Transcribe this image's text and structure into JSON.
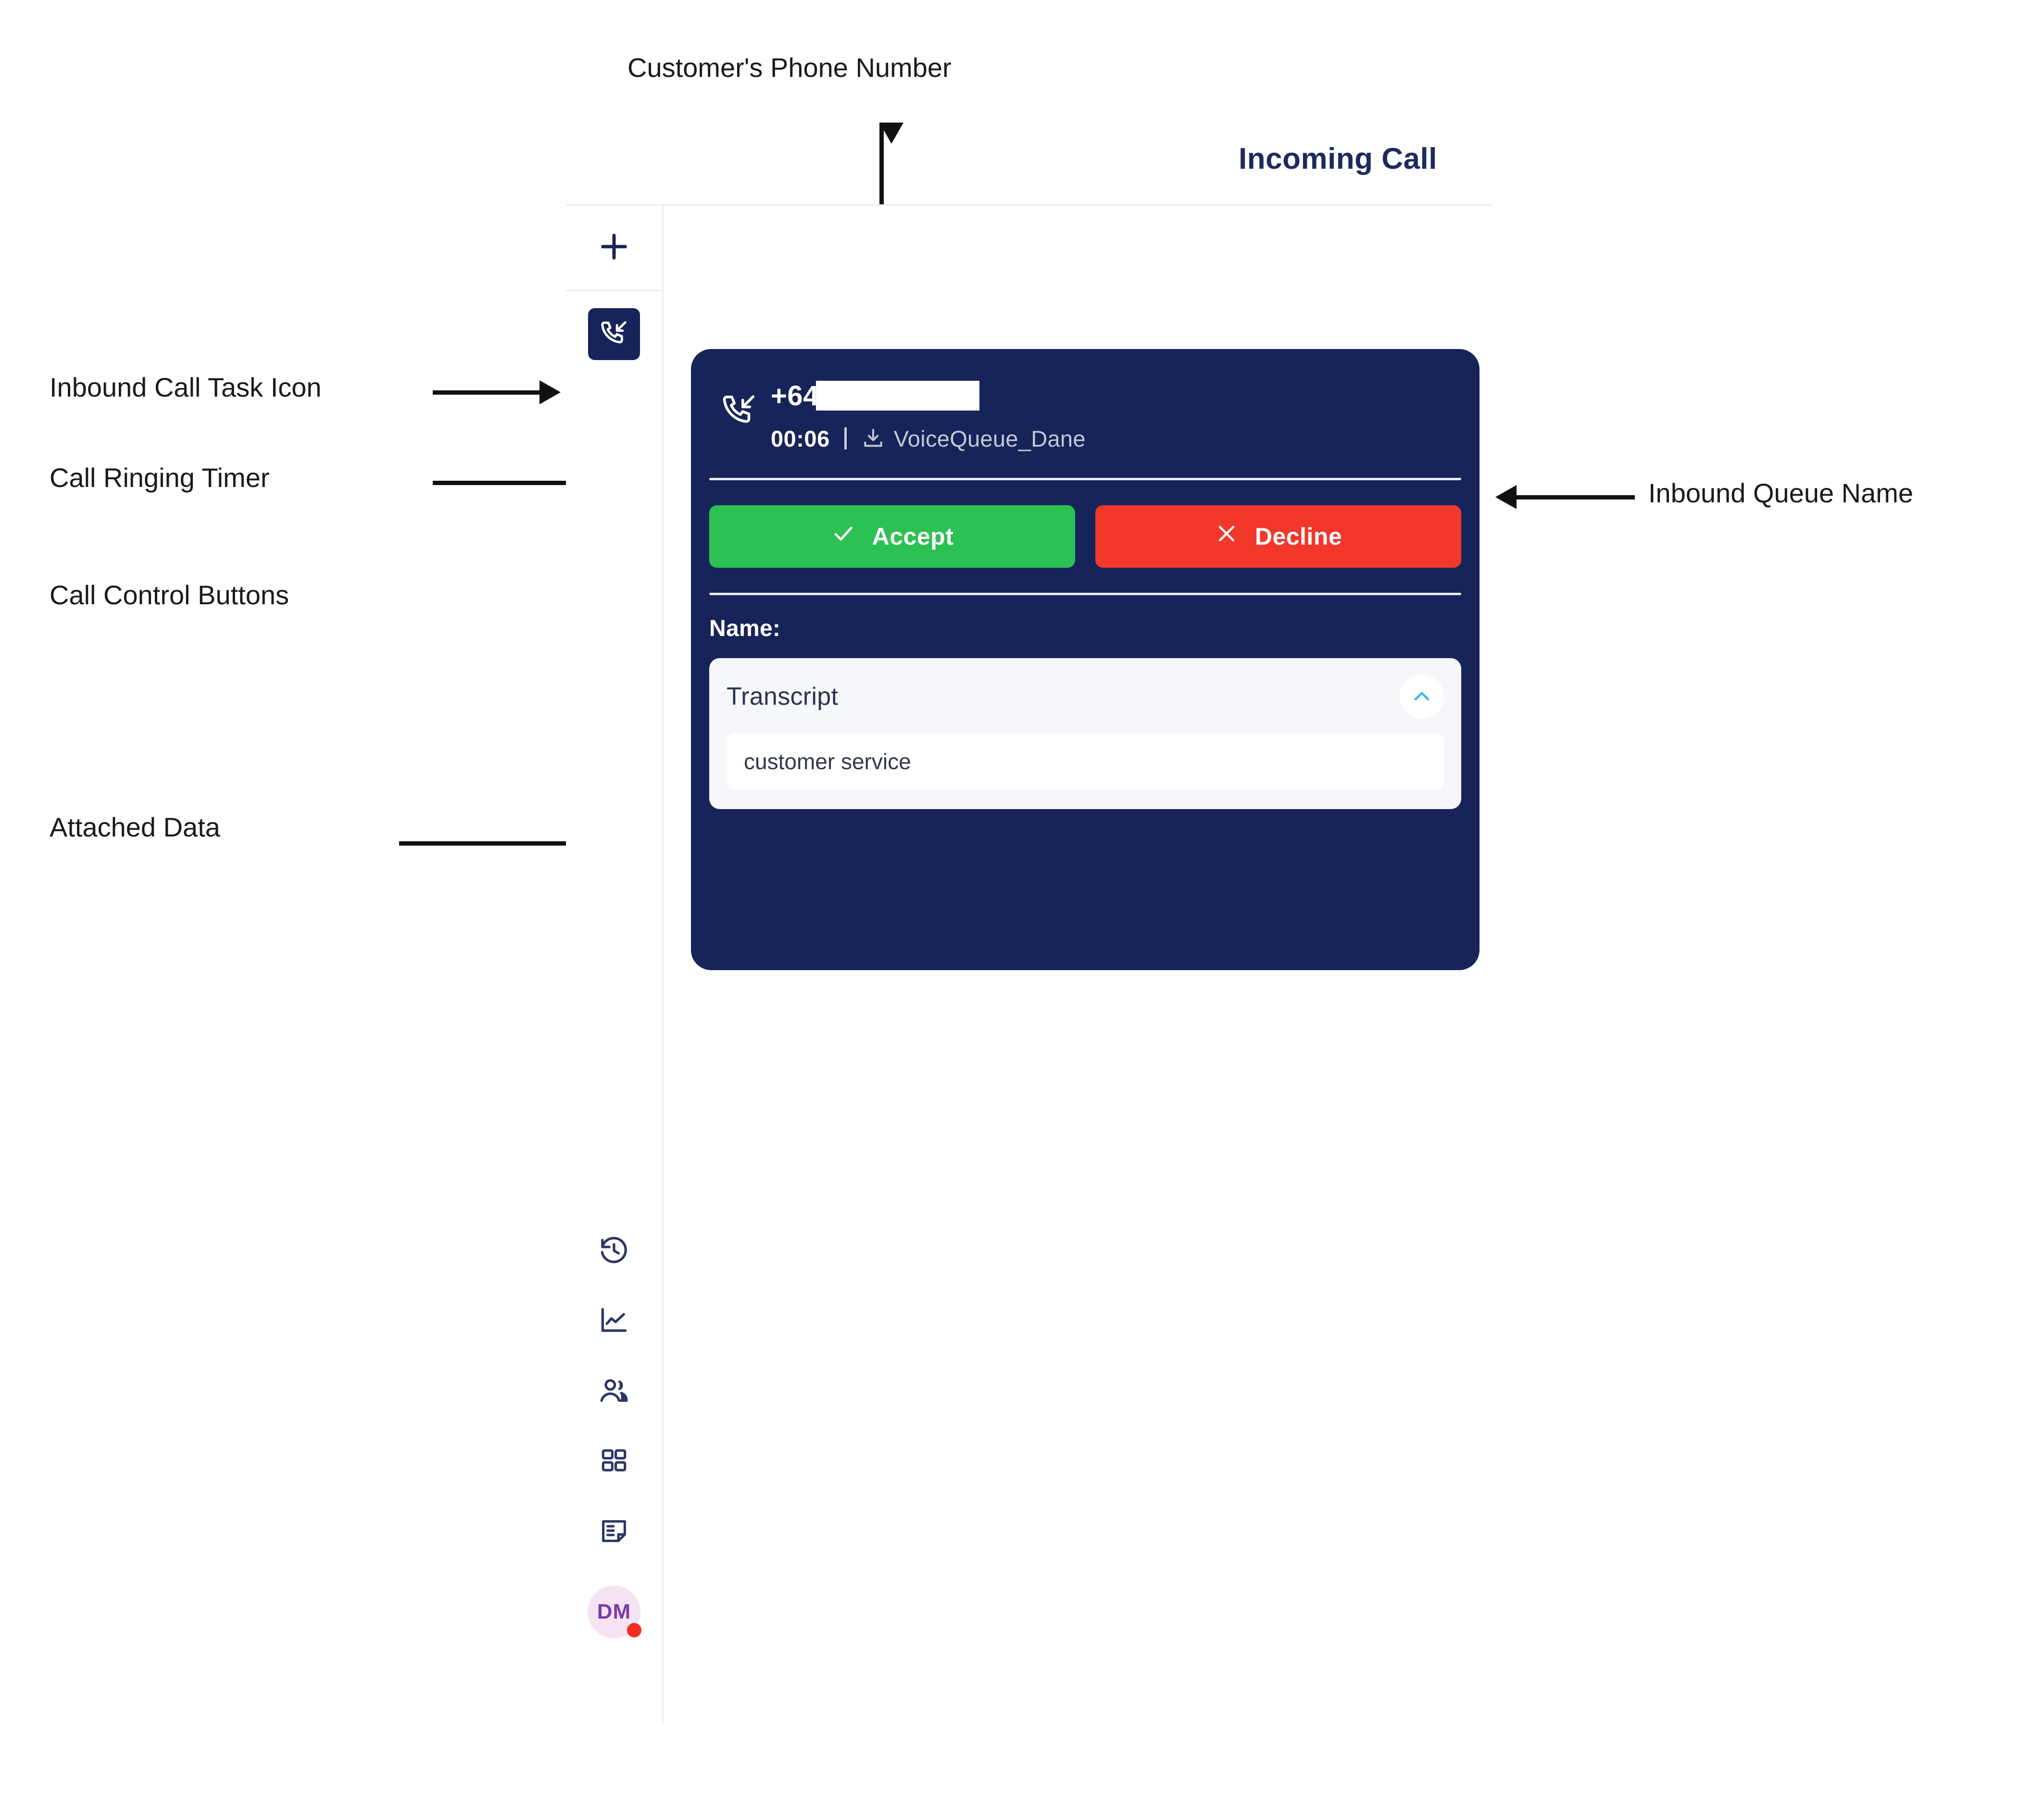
{
  "diagram": {
    "title": "Incoming Call",
    "annotations": [
      {
        "key": "phone_number",
        "label": "Customer's Phone Number"
      },
      {
        "key": "task_icon",
        "label": "Inbound Call Task Icon"
      },
      {
        "key": "ringing_timer",
        "label": "Call Ringing Timer"
      },
      {
        "key": "call_controls",
        "label": "Call Control Buttons"
      },
      {
        "key": "attached_data",
        "label": "Attached Data"
      },
      {
        "key": "queue_name",
        "label": "Inbound Queue Name"
      }
    ]
  },
  "sidebar": {
    "new_task": {
      "label": "+",
      "icon": "plus-icon"
    },
    "active_task": {
      "icon": "inbound-call-icon"
    },
    "items": [
      {
        "icon": "history-icon"
      },
      {
        "icon": "line-chart-icon"
      },
      {
        "icon": "contacts-icon"
      },
      {
        "icon": "apps-grid-icon"
      },
      {
        "icon": "notes-icon"
      }
    ],
    "avatar": {
      "initials": "DM",
      "status": "busy",
      "status_color": "#f22e22"
    }
  },
  "call_card": {
    "direction_icon": "inbound-call-icon",
    "phone_number": "+64",
    "phone_number_redacted": true,
    "timer": "00:06",
    "queue_icon": "download-icon",
    "queue_name": "VoiceQueue_Dane",
    "accept_button": {
      "label": "Accept",
      "icon": "check-icon",
      "color": "#2cc153"
    },
    "decline_button": {
      "label": "Decline",
      "icon": "close-icon",
      "color": "#f2372b"
    },
    "attached_data_label": "Name:",
    "transcript": {
      "title": "Transcript",
      "toggle_icon": "chevron-up-icon",
      "toggle_color": "#3ab7ef",
      "value": "customer service"
    },
    "background_color": "#17245a"
  }
}
